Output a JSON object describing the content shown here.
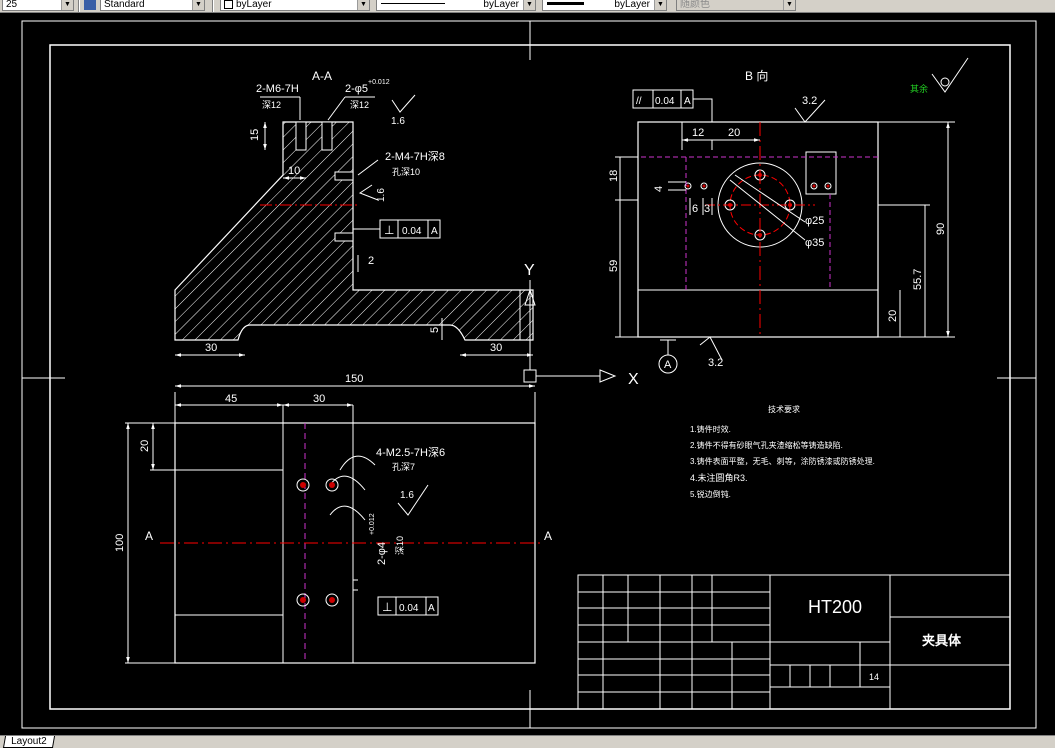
{
  "toolbar": {
    "scale_value": "25",
    "text_style": "Standard",
    "layer": "byLayer",
    "linetype": "byLayer",
    "lineweight": "byLayer",
    "plot_style": "随颜色"
  },
  "tabs": {
    "active": "Layout2"
  },
  "drawing": {
    "section_title": "A-A",
    "view_b_title": "B 向",
    "rough_symbol": "其余",
    "sec_thread_1": "2-M6-7H",
    "sec_thread_1_depth": "深12",
    "sec_hole": "2-φ5",
    "sec_hole_tol": "+0.012",
    "sec_hole_depth": "深12",
    "sec_thread_2": "2-M4-7H深8",
    "sec_thread_2_depth": "孔深10",
    "perp_tol_sym": "⊥",
    "perp_tol_val": "0.04",
    "datum_a": "A",
    "par_tol_sym": "//",
    "par_tol_val": "0.04",
    "rough_16": "1.6",
    "rough_32": "3.2",
    "d15": "15",
    "d10": "10",
    "d2": "2",
    "d5": "5",
    "d30a": "30",
    "d30b": "30",
    "d150": "150",
    "d45": "45",
    "d30c": "30",
    "d20": "20",
    "d100": "100",
    "d12": "12",
    "d20b": "20",
    "d18": "18",
    "d4": "4",
    "d6": "6",
    "d3": "3",
    "d59": "59",
    "d25": "φ25",
    "d35": "φ35",
    "d90": "90",
    "d557": "55.7",
    "d20c": "20",
    "axis_y": "Y",
    "axis_x": "X",
    "sec_a_left": "A",
    "sec_a_right": "A",
    "plan_thread": "4-M2.5-7H深6",
    "plan_thread_depth": "孔深7",
    "plan_pin": "2-φ4",
    "plan_pin_tol": "+0.012",
    "plan_pin_depth": "深10",
    "tech_title": "技术要求",
    "tech_1": "1.铸件时效.",
    "tech_2": "2.铸件不得有砂眼气孔夹渣缩松等铸造缺陷.",
    "tech_3": "3.铸件表面平整，无毛、刺等，涂防锈漆或防锈处理.",
    "tech_4": "4.未注圆角R3.",
    "tech_5": "5.锐边倒钝.",
    "material": "HT200",
    "part_name": "夹具体",
    "sheet_no": "14"
  },
  "colors": {
    "line": "#ffffff",
    "centerline": "#ff0000",
    "hidden": "#cc33cc",
    "background": "#000000"
  }
}
